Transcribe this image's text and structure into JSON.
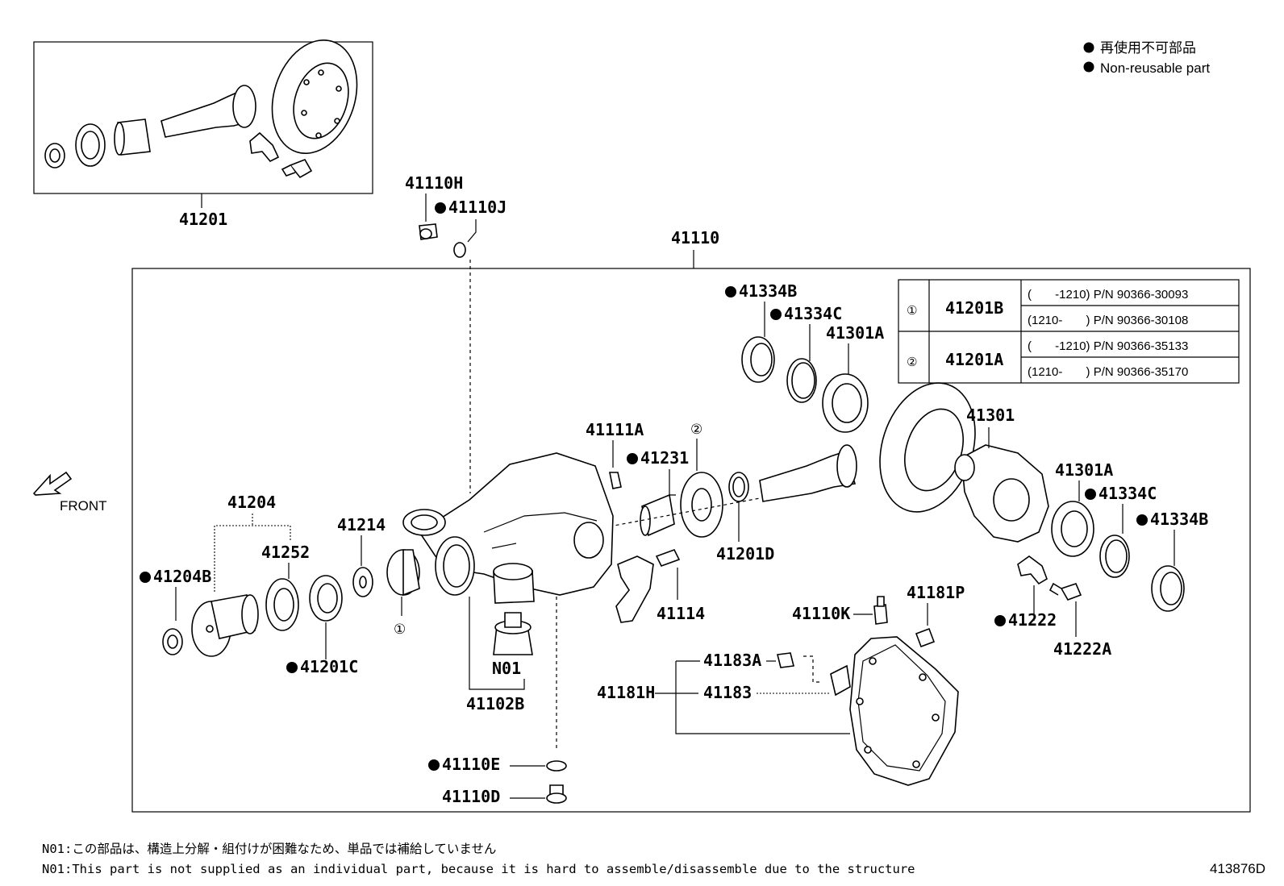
{
  "legend": {
    "jp": "再使用不可部品",
    "en": "Non-reusable part"
  },
  "front_label": "FRONT",
  "labels": {
    "p41201": "41201",
    "p41110H": "41110H",
    "p41110J": "41110J",
    "p41110": "41110",
    "p41334B_top": "41334B",
    "p41334C_top": "41334C",
    "p41301A_top": "41301A",
    "p41301": "41301",
    "p41301A_right": "41301A",
    "p41334C_right": "41334C",
    "p41334B_right": "41334B",
    "p41111A": "41111A",
    "p41231": "41231",
    "p41201D": "41201D",
    "p41114": "41114",
    "p41204": "41204",
    "p41252": "41252",
    "p41214": "41214",
    "p41204B": "41204B",
    "p41201C": "41201C",
    "pN01": "N01",
    "p41102B": "41102B",
    "p41110K": "41110K",
    "p41181P": "41181P",
    "p41222": "41222",
    "p41222A": "41222A",
    "p41183A": "41183A",
    "p41181H": "41181H",
    "p41183": "41183",
    "p41110E": "41110E",
    "p41110D": "41110D",
    "circ1_a": "①",
    "circ2_a": "②"
  },
  "table": {
    "rows": [
      {
        "mark": "①",
        "part": "41201B",
        "sub": [
          "(       -1210) P/N 90366-30093",
          "(1210-       ) P/N 90366-30108"
        ]
      },
      {
        "mark": "②",
        "part": "41201A",
        "sub": [
          "(       -1210) P/N 90366-35133",
          "(1210-       ) P/N 90366-35170"
        ]
      }
    ]
  },
  "notes": {
    "jp": "N01:この部品は、構造上分解・組付けが困難なため、単品では補給していません",
    "en": "N01:This part is not supplied as an individual part, because it is hard to assemble/disassemble due to the structure"
  },
  "diagram_id": "413876D"
}
